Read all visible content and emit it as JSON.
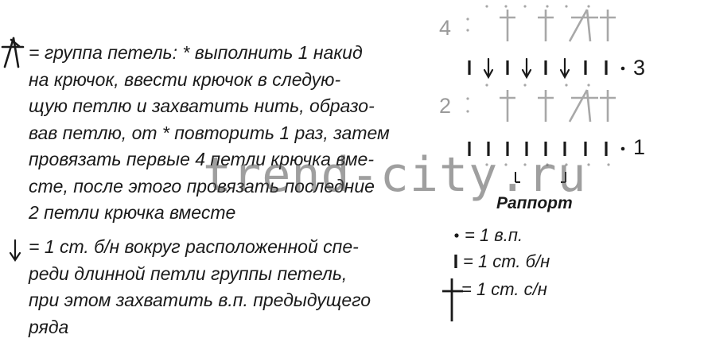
{
  "legend": {
    "group_lines": [
      "= группа петель: * выполнить 1 накид",
      "на крючок, ввести крючок в следую-",
      "щую петлю и захватить нить, образо-",
      "вав петлю, от * повторить 1 раз, затем",
      "провязать первые 4 петли крючка вме-",
      "сте, после этого провязать последние",
      "2 петли крючка вместе"
    ],
    "arrow_lines": [
      "= 1 ст. б/н вокруг расположенной спе-",
      "реди длинной петли группы петель,",
      "при этом захватить в.п. предыдущего",
      "ряда"
    ]
  },
  "diagram": {
    "row_labels": {
      "row4": "4",
      "row3": "3",
      "row2": "2",
      "row1": "1"
    },
    "repeat_label": "Раппорт"
  },
  "key": {
    "chain": "= 1 в.п.",
    "single_crochet": "= 1 ст. б/н",
    "double_crochet": "= 1 ст. с/н"
  },
  "watermark": "trend-city.ru",
  "colors": {
    "ink": "#1a1a1a",
    "gray_label": "#9a9a9a",
    "gray_symbol": "#a8a8a8"
  }
}
